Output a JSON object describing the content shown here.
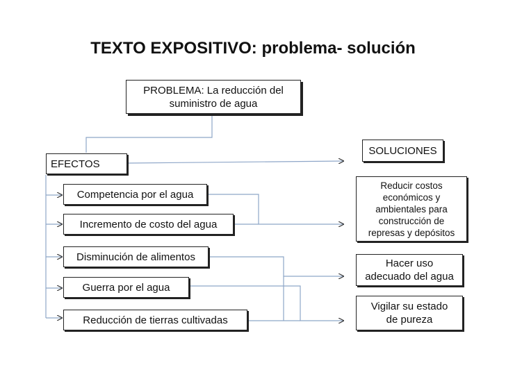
{
  "title": "TEXTO EXPOSITIVO: problema- solución",
  "problem": "PROBLEMA: La reducción del\nsuministro de agua",
  "effects_label": "EFECTOS",
  "effects": [
    "Competencia por el agua",
    "Incremento de costo del agua",
    "Disminución de alimentos",
    "Guerra por el agua",
    "Reducción de tierras cultivadas"
  ],
  "solutions_label": "SOLUCIONES",
  "solutions": [
    "Reducir costos\neconómicos y\nambientales para\nconstrucción de\nrepresas y depósitos",
    "Hacer uso\nadecuado del agua",
    "Vigilar su estado\nde pureza"
  ]
}
